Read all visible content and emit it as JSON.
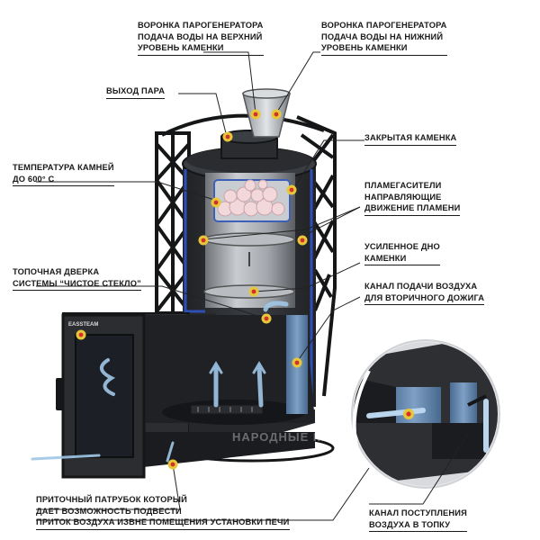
{
  "labels": {
    "funnel_upper": [
      "ВОРОНКА ПАРОГЕНЕРАТОРА",
      "ПОДАЧА ВОДЫ НА ВЕРХНИЙ",
      "УРОВЕНЬ КАМЕНКИ"
    ],
    "funnel_lower": [
      "ВОРОНКА ПАРОГЕНЕРАТОРА",
      "ПОДАЧА ВОДЫ НА НИЖНИЙ",
      "УРОВЕНЬ КАМЕНКИ"
    ],
    "steam_outlet": [
      "ВЫХОД ПАРА"
    ],
    "closed_heater": [
      "ЗАКРЫТАЯ КАМЕНКА"
    ],
    "stone_temp": [
      "ТЕМПЕРАТУРА КАМНЕЙ",
      "ДО 600° С"
    ],
    "flame_dampers": [
      "ПЛАМЕГАСИТЕЛИ",
      "НАПРАВЛЯЮЩИЕ",
      "ДВИЖЕНИЕ ПЛАМЕНИ"
    ],
    "reinforced_bottom": [
      "УСИЛЕННОЕ ДНО",
      "КАМЕНКИ"
    ],
    "firebox_door": [
      "ТОПОЧНАЯ ДВЕРКА",
      "СИСТЕМЫ “ЧИСТОЕ СТЕКЛО”"
    ],
    "secondary_air": [
      "КАНАЛ ПОДАЧИ ВОЗДУХА",
      "ДЛЯ ВТОРИЧНОГО ДОЖИГА"
    ],
    "inlet_pipe": [
      "ПРИТОЧНЫЙ ПАТРУБОК КОТОРЫЙ",
      "ДАЕТ ВОЗМОЖНОСТЬ ПОДВЕСТИ",
      "ПРИТОК ВОЗДУХА ИЗВНЕ ПОМЕЩЕНИЯ УСТАНОВКИ ПЕЧИ"
    ],
    "air_channel": [
      "КАНАЛ ПОСТУПЛЕНИЯ",
      "ВОЗДУХА В ТОПКУ"
    ]
  },
  "brand_door": "EASSTEAM",
  "watermark": "НАРОДНЫЕ КАМИНЫ",
  "colors": {
    "marker_outer": "#e7c63a",
    "marker_inner": "#d2302a",
    "body": "#2d2f33",
    "frame": "#151617",
    "steel": "#a9adb1",
    "blue_duct": "#5b7fa6",
    "airflow": "#9fc7e6",
    "glass": "#1c2026"
  }
}
